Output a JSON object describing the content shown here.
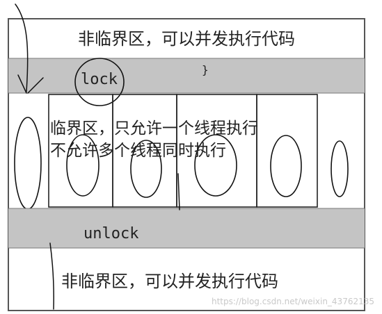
{
  "diagram": {
    "top_region_text": "非临界区，可以并发执行代码",
    "brace_char": "}",
    "lock_label": "lock",
    "critical_text_line1": "临界区，只允许一个线程执行",
    "critical_text_line2": "不允许多个线程同时执行",
    "unlock_label": "unlock",
    "bottom_region_text": "非临界区，可以并发执行代码",
    "watermark": "https://blog.csdn.net/weixin_43762135"
  },
  "colors": {
    "lock_band": "#c4c4c4",
    "border": "#555555",
    "ink": "#222222"
  }
}
